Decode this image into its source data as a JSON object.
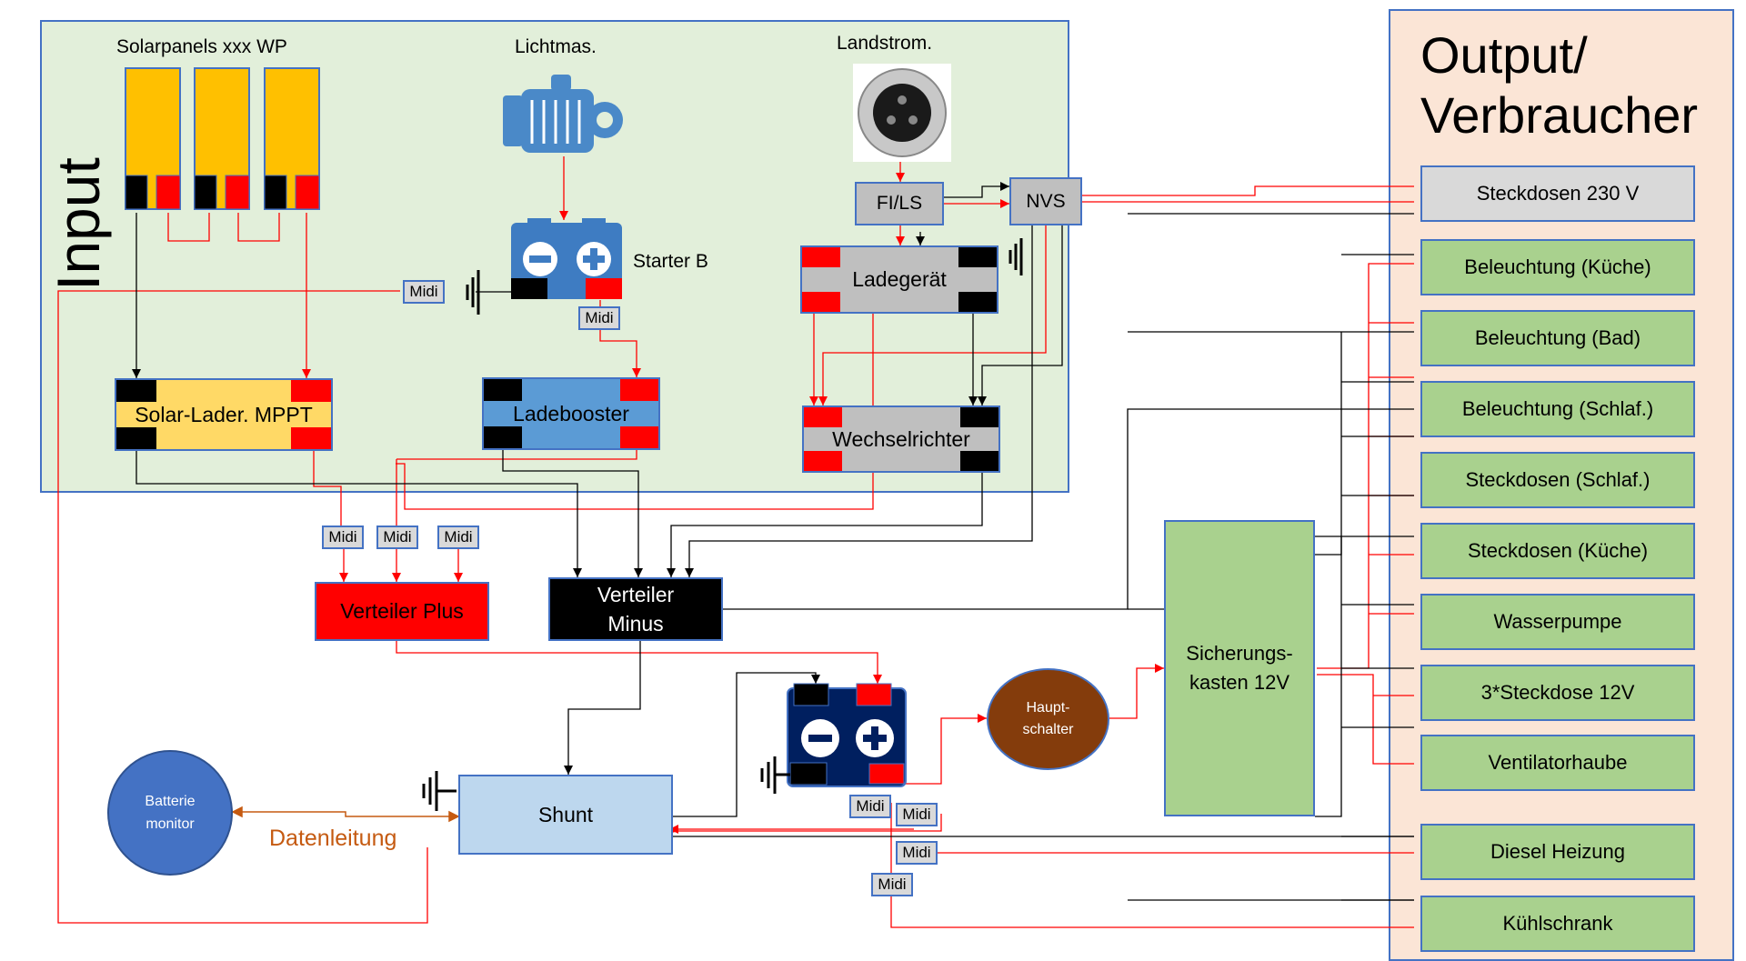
{
  "input_title": "Input",
  "output_title": "Output/\nVerbraucher",
  "sources": {
    "solar": "Solarpanels xxx WP",
    "alternator": "Lichtmas.",
    "shore": "Landstrom."
  },
  "components": {
    "starter": "Starter B",
    "fils": "FI/LS",
    "nvs": "NVS",
    "ladegeraet": "Ladegerät",
    "mppt": "Solar-Lader. MPPT",
    "ladebooster": "Ladebooster",
    "wechselrichter": "Wechselrichter",
    "verteiler_plus": "Verteiler Plus",
    "verteiler_minus": "Verteiler\nMinus",
    "shunt": "Shunt",
    "hauptschalter": "Haupt-\nschalter",
    "sicherungskasten": "Sicherungs-\nkasten 12V",
    "batteriemonitor": "Batterie\nmonitor",
    "datenleitung": "Datenleitung"
  },
  "midi": "Midi",
  "outputs": [
    "Steckdosen 230 V",
    "Beleuchtung (Küche)",
    "Beleuchtung (Bad)",
    "Beleuchtung (Schlaf.)",
    "Steckdosen (Schlaf.)",
    "Steckdosen (Küche)",
    "Wasserpumpe",
    "3*Steckdose 12V",
    "Ventilatorhaube",
    "Diesel Heizung",
    "Kühlschrank"
  ],
  "colors": {
    "input_bg": "#e2efda",
    "output_bg": "#fbe5d6",
    "panel_border": "#4472c4",
    "consumer_green": "#a9d18e",
    "consumer_gray": "#d9d9d9",
    "mppt_yellow": "#ffd966",
    "solar_yellow": "#ffc000",
    "booster_blue": "#5b9bd5",
    "shunt_blue": "#bdd7ee",
    "verteiler_plus": "#ff0000",
    "verteiler_minus": "#000000",
    "hauptschalter": "#843c0c",
    "batteriemonitor": "#4472c4",
    "datenleitung": "#c55a11",
    "wire_red": "#ff0000",
    "wire_black": "#000000"
  }
}
